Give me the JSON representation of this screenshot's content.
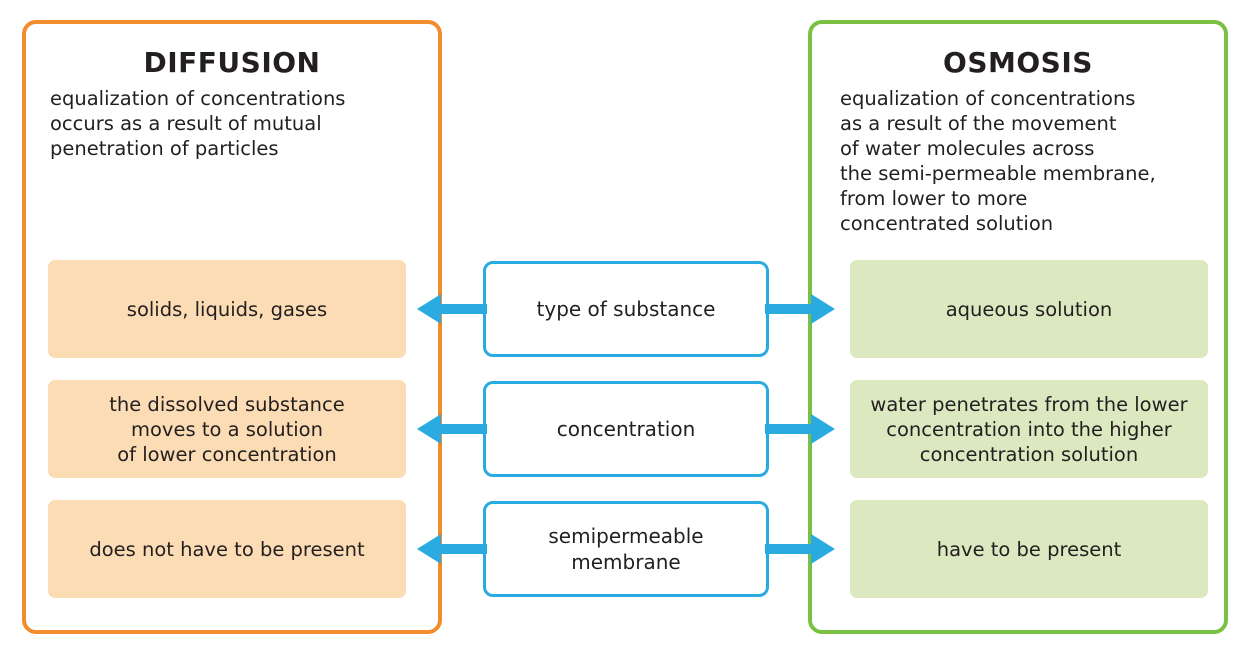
{
  "diagram": {
    "title_left": "DIFFUSION",
    "title_right": "OSMOSIS",
    "desc_left": "equalization of concentrations\noccurs as a result of mutual\npenetration of particles",
    "desc_right": "equalization of concentrations\nas a result of the movement\nof water molecules across\nthe semi-permeable membrane,\nfrom lower to more\nconcentrated solution",
    "colors": {
      "diffusion_border": "#f18d2c",
      "diffusion_fill": "#fbdcb4",
      "osmosis_border": "#7ac143",
      "osmosis_fill": "#dce8c0",
      "center_border": "#29abe2",
      "arrow": "#29abe2",
      "text": "#231f20",
      "background": "#ffffff"
    },
    "rows": [
      {
        "criterion": "type of substance",
        "left": "solids, liquids, gases",
        "right": "aqueous solution",
        "arrow_left_icon": "arrow-left-icon",
        "arrow_right_icon": "arrow-right-icon"
      },
      {
        "criterion": "concentration",
        "left": "the dissolved substance\nmoves to a solution\nof lower concentration",
        "right": "water penetrates from the lower\nconcentration into the higher\nconcentration solution",
        "arrow_left_icon": "arrow-left-icon",
        "arrow_right_icon": "arrow-right-icon"
      },
      {
        "criterion": "semipermeable\nmembrane",
        "left": "does not have to be present",
        "right": "have to be present",
        "arrow_left_icon": "arrow-left-icon",
        "arrow_right_icon": "arrow-right-icon"
      }
    ]
  }
}
